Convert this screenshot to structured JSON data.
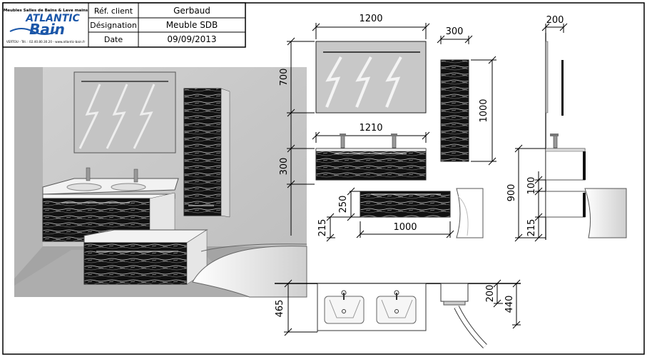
{
  "title_block": {
    "logo": {
      "line1": "Meubles Salles de Bains & Lave mains",
      "brand_top": "ATLANTIC",
      "brand_bottom": "Bain",
      "contact": "VERTOU - Tél. : 02.40.80.30.20 - www.atlantic-bain.fr"
    },
    "rows": [
      {
        "label": "Réf. client",
        "value": "Gerbaud"
      },
      {
        "label": "Désignation",
        "value": "Meuble SDB"
      },
      {
        "label": "Date",
        "value": "09/09/2013"
      }
    ]
  },
  "dimensions": {
    "mirror_width": "1200",
    "column_width": "300",
    "side_depth": "200",
    "mirror_height": "700",
    "column_height": "1000",
    "basin_width": "1210",
    "vanity_height": "300",
    "drawer_height": "250",
    "drawer_width": "1000",
    "drawer_floor": "215",
    "side_total": "900",
    "side_gap": "100",
    "side_floor": "215",
    "top_depth": "465",
    "top_small": "200",
    "top_right": "440"
  },
  "colors": {
    "wood": "#111111",
    "wall": "#c9c9c9",
    "floor": "#9a9a9a",
    "mirror": "#c8c8c8"
  }
}
